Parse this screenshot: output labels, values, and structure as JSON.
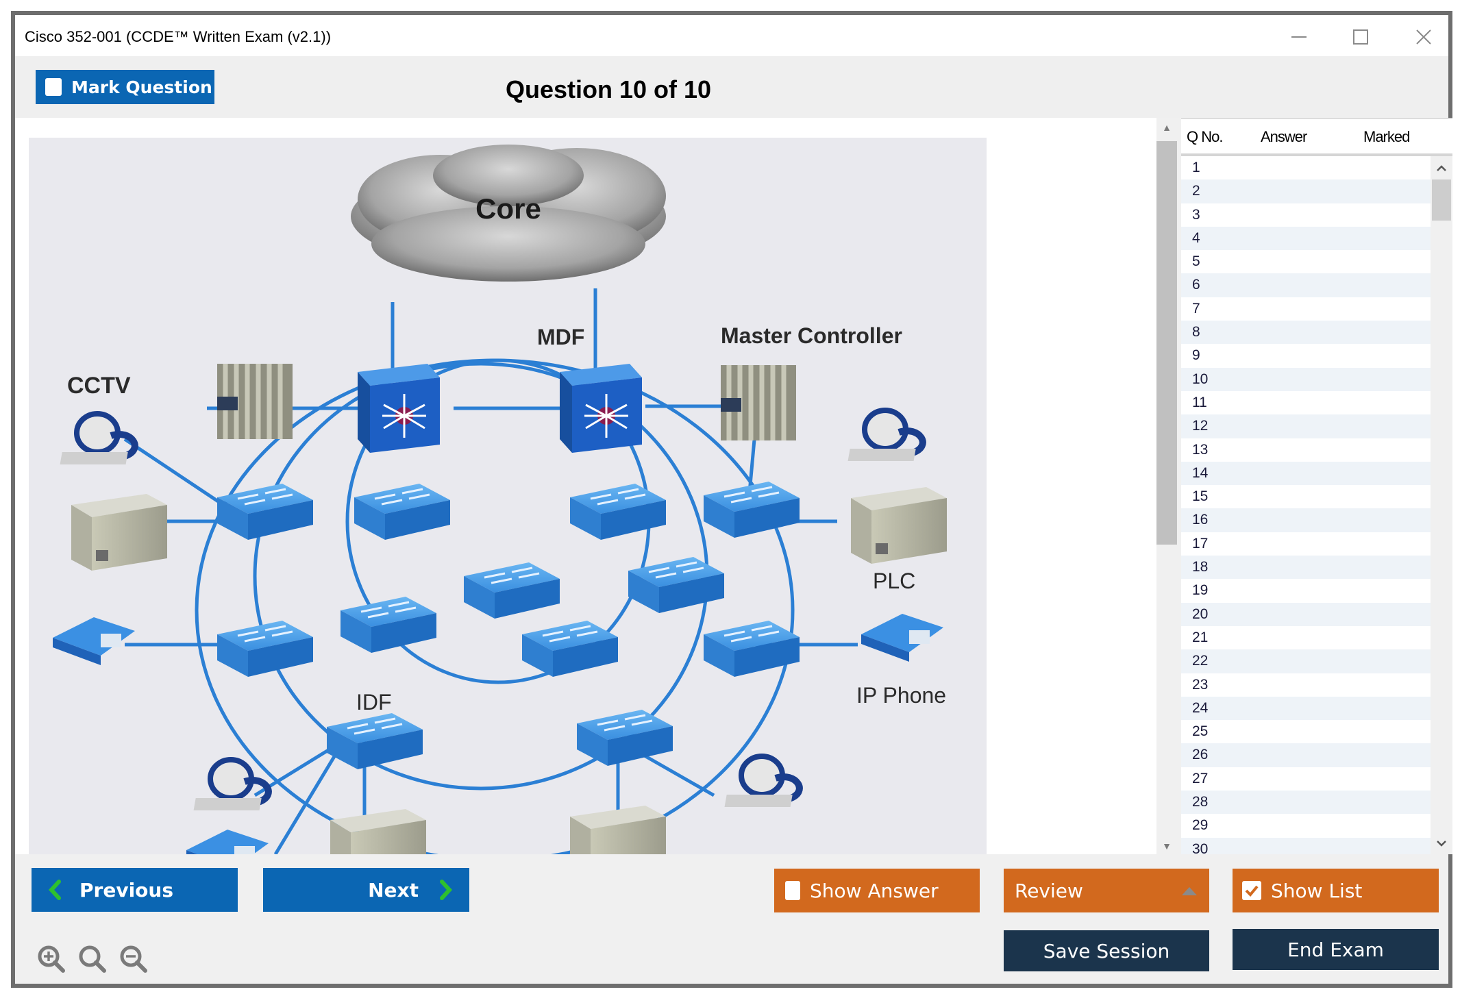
{
  "window": {
    "title": "Cisco 352-001 (CCDE™ Written Exam (v2.1))",
    "controls": {
      "minimize_icon": "minimize-icon",
      "maximize_icon": "maximize-icon",
      "close_icon": "close-icon"
    }
  },
  "toolbar": {
    "mark_question_label": "Mark Question",
    "mark_question_checked": false,
    "question_title": "Question 10 of 10"
  },
  "exhibit": {
    "type": "network-diagram",
    "labels": {
      "core": "Core",
      "mdf": "MDF",
      "master_controller": "Master Controller",
      "cctv": "CCTV",
      "plc": "PLC",
      "ip_phone": "IP Phone",
      "idf": "IDF"
    },
    "colors": {
      "link": "#2b7fd4",
      "switch": "#3a8fe0",
      "l3_switch": "#1d5fc4",
      "cloud": "#9a9a9a"
    }
  },
  "question_list": {
    "columns": [
      "Q No.",
      "Answer",
      "Marked"
    ],
    "rows": [
      {
        "q": "1",
        "answer": "",
        "marked": ""
      },
      {
        "q": "2",
        "answer": "",
        "marked": ""
      },
      {
        "q": "3",
        "answer": "",
        "marked": ""
      },
      {
        "q": "4",
        "answer": "",
        "marked": ""
      },
      {
        "q": "5",
        "answer": "",
        "marked": ""
      },
      {
        "q": "6",
        "answer": "",
        "marked": ""
      },
      {
        "q": "7",
        "answer": "",
        "marked": ""
      },
      {
        "q": "8",
        "answer": "",
        "marked": ""
      },
      {
        "q": "9",
        "answer": "",
        "marked": ""
      },
      {
        "q": "10",
        "answer": "",
        "marked": ""
      },
      {
        "q": "11",
        "answer": "",
        "marked": ""
      },
      {
        "q": "12",
        "answer": "",
        "marked": ""
      },
      {
        "q": "13",
        "answer": "",
        "marked": ""
      },
      {
        "q": "14",
        "answer": "",
        "marked": ""
      },
      {
        "q": "15",
        "answer": "",
        "marked": ""
      },
      {
        "q": "16",
        "answer": "",
        "marked": ""
      },
      {
        "q": "17",
        "answer": "",
        "marked": ""
      },
      {
        "q": "18",
        "answer": "",
        "marked": ""
      },
      {
        "q": "19",
        "answer": "",
        "marked": ""
      },
      {
        "q": "20",
        "answer": "",
        "marked": ""
      },
      {
        "q": "21",
        "answer": "",
        "marked": ""
      },
      {
        "q": "22",
        "answer": "",
        "marked": ""
      },
      {
        "q": "23",
        "answer": "",
        "marked": ""
      },
      {
        "q": "24",
        "answer": "",
        "marked": ""
      },
      {
        "q": "25",
        "answer": "",
        "marked": ""
      },
      {
        "q": "26",
        "answer": "",
        "marked": ""
      },
      {
        "q": "27",
        "answer": "",
        "marked": ""
      },
      {
        "q": "28",
        "answer": "",
        "marked": ""
      },
      {
        "q": "29",
        "answer": "",
        "marked": ""
      },
      {
        "q": "30",
        "answer": "",
        "marked": ""
      }
    ]
  },
  "footer": {
    "previous_label": "Previous",
    "next_label": "Next",
    "show_answer_label": "Show Answer",
    "show_answer_checked": false,
    "review_label": "Review",
    "show_list_label": "Show List",
    "show_list_checked": true,
    "save_session_label": "Save Session",
    "end_exam_label": "End Exam",
    "zoom_icons": [
      "zoom-in-icon",
      "zoom-reset-icon",
      "zoom-out-icon"
    ]
  },
  "colors": {
    "primary_blue": "#0b66b3",
    "accent_orange": "#d2691e",
    "navy": "#1b344c",
    "arrow_green": "#2ec02e"
  }
}
